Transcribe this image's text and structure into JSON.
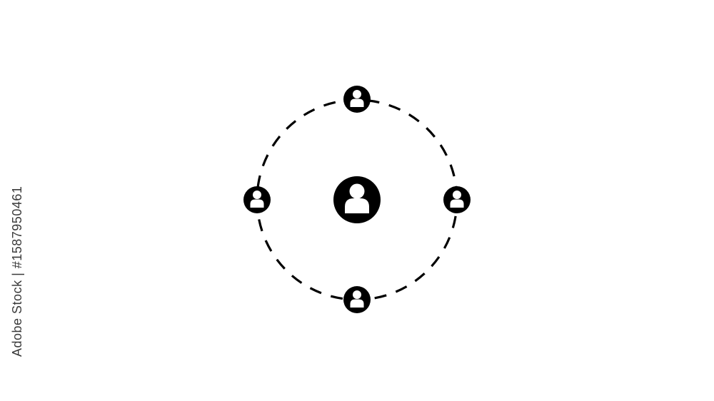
{
  "colors": {
    "background": "#ffffff",
    "icon_fill": "#000000",
    "icon_figure": "#ffffff",
    "ring_stroke": "#000000",
    "watermark_text": "#3a3a3a"
  },
  "graphic": {
    "center_node": {
      "icon": "user-icon"
    },
    "orbit_ring": {
      "style": "dashed"
    },
    "orbit_nodes": [
      {
        "position": "top",
        "icon": "user-icon"
      },
      {
        "position": "right",
        "icon": "user-icon"
      },
      {
        "position": "bottom",
        "icon": "user-icon"
      },
      {
        "position": "left",
        "icon": "user-icon"
      }
    ]
  },
  "watermark": {
    "text": "Adobe Stock | #1587950461"
  }
}
